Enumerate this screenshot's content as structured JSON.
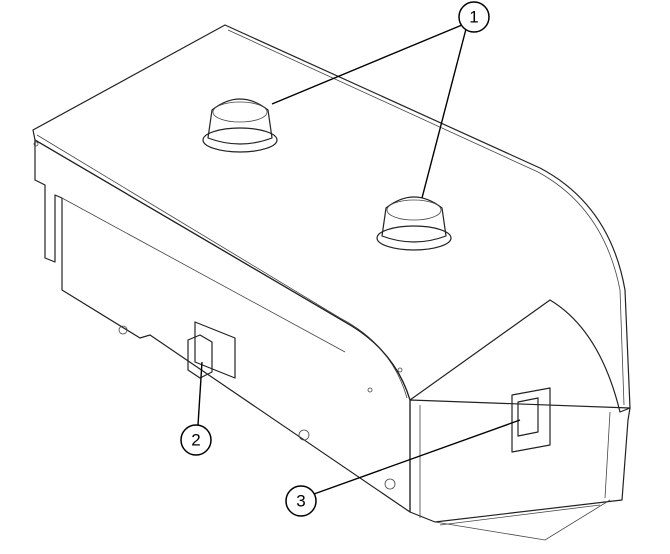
{
  "callouts": [
    {
      "label": "1",
      "target": "knobs"
    },
    {
      "label": "2",
      "target": "switch"
    },
    {
      "label": "3",
      "target": "window"
    }
  ]
}
